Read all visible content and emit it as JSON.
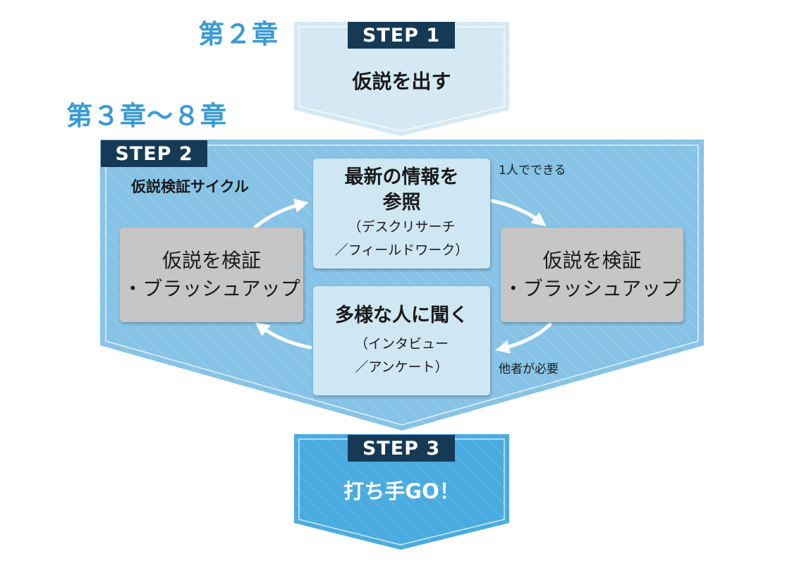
{
  "chapters": {
    "ch2": "第２章",
    "ch3_8": "第３章〜８章"
  },
  "step1": {
    "badge": "STEP  1",
    "title": "仮説を出す"
  },
  "step2": {
    "badge": "STEP 2",
    "title": "仮説検証サイクル"
  },
  "step3": {
    "badge": "STEP 3",
    "title": "打ち手GO！"
  },
  "cycle": {
    "top_box": {
      "title_line1": "最新の情報を",
      "title_line2": "参照",
      "sub_line1": "（デスクリサーチ",
      "sub_line2": "／フィールドワーク）"
    },
    "bottom_box": {
      "title": "多様な人に聞く",
      "sub_line1": "（インタビュー",
      "sub_line2": "／アンケート）"
    },
    "left_box": {
      "line1": "仮説を検証",
      "line2": "・ブラッシュアップ"
    },
    "right_box": {
      "line1": "仮説を検証",
      "line2": "・ブラッシュアップ"
    },
    "note_solo": "1人でできる",
    "note_others": "他者が必要"
  },
  "colors": {
    "step1_fill": "#d4e9f4",
    "step2_fill": "#86c3e6",
    "step3_fill": "#49abdf",
    "badge_fill": "#163a56",
    "chapter_text": "#3a9ad6",
    "box_light": "#cfe6f3",
    "box_gray": "#c6c6c6"
  }
}
